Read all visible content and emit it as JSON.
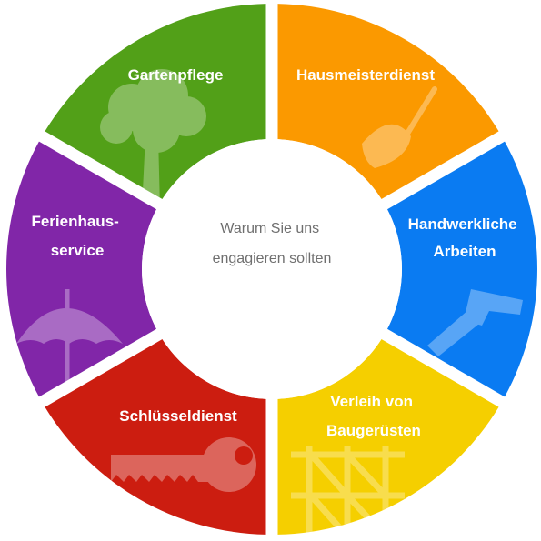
{
  "center": {
    "line1": "Warum Sie uns",
    "line2": "engagieren sollten"
  },
  "segments": [
    {
      "id": "gartenpflege",
      "label_lines": [
        "Gartenpflege"
      ],
      "color": "#52a018",
      "icon": "tree-icon"
    },
    {
      "id": "hausmeisterdienst",
      "label_lines": [
        "Hausmeisterdienst"
      ],
      "color": "#fb9900",
      "icon": "broom-icon"
    },
    {
      "id": "handwerkliche-arbeiten",
      "label_lines": [
        "Handwerkliche",
        "Arbeiten"
      ],
      "color": "#0a7bf2",
      "icon": "hammer-icon"
    },
    {
      "id": "verleih-von-baugeruesten",
      "label_lines": [
        "Verleih von",
        "Baugerüsten"
      ],
      "color": "#f5cf00",
      "icon": "scaffold-icon"
    },
    {
      "id": "schluesseldienst",
      "label_lines": [
        "Schlüsseldienst"
      ],
      "color": "#cc1d10",
      "icon": "key-icon"
    },
    {
      "id": "ferienhausservice",
      "label_lines": [
        "Ferienhaus-",
        "service"
      ],
      "color": "#8126a8",
      "icon": "umbrella-icon"
    }
  ]
}
